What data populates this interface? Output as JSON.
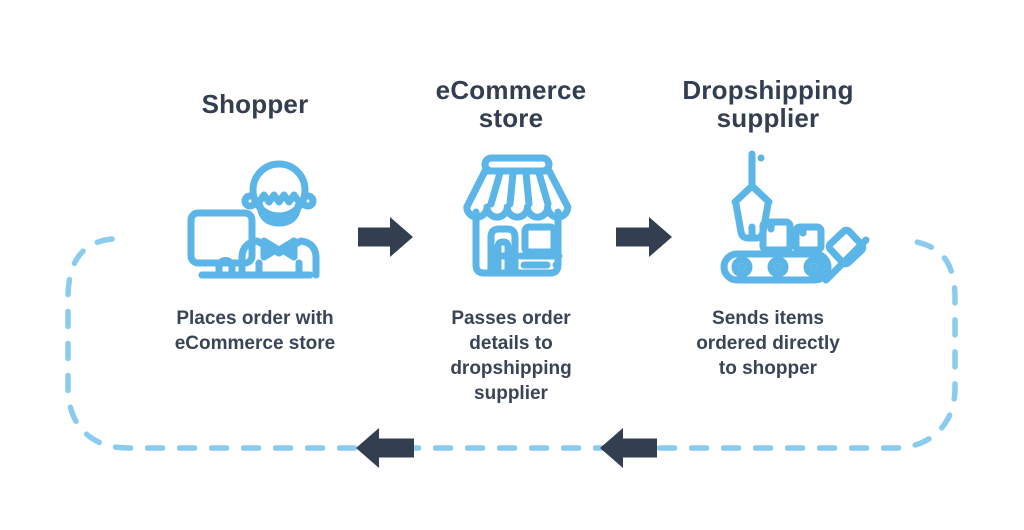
{
  "diagram": {
    "columns": [
      {
        "title": "Shopper",
        "icon": "shopper-at-computer-icon",
        "description": "Places order with\neCommerce store"
      },
      {
        "title": "eCommerce\nstore",
        "icon": "storefront-icon",
        "description": "Passes order\ndetails to\ndropshipping\nsupplier"
      },
      {
        "title": "Dropshipping\nsupplier",
        "icon": "claw-conveyor-icon",
        "description": "Sends items\nordered directly\nto shopper"
      }
    ],
    "arrows": {
      "forward_count": 2,
      "forward_direction": "right",
      "return_count": 2,
      "return_direction": "left",
      "return_path_style": "dashed-rounded-open-top-loop"
    },
    "colors": {
      "background": "#FFFFFF",
      "heading_text": "#333E51",
      "body_text": "#3A4457",
      "solid_arrow": "#333E50",
      "icon_stroke": "#5BB5E6",
      "dashed_return_path": "#8ACBEE"
    }
  }
}
